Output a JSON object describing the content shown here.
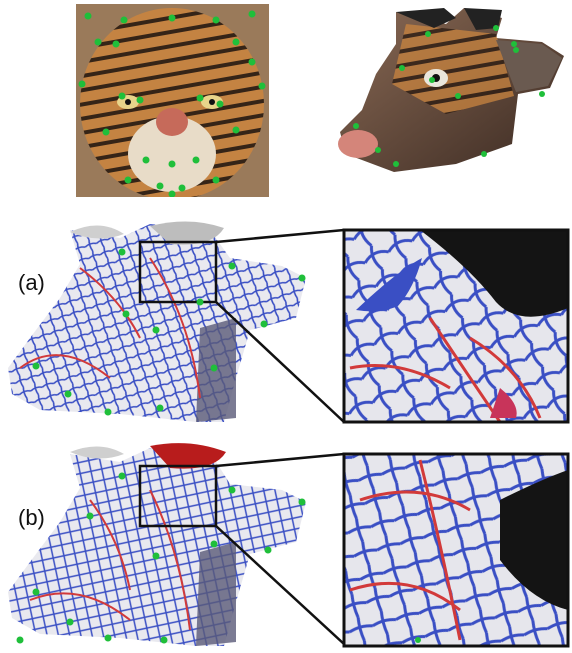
{
  "figure": {
    "labels": {
      "a": "(a)",
      "b": "(b)"
    },
    "colors": {
      "grid_blue": "#3a4fc4",
      "grid_red": "#d23a3a",
      "mesh_white": "#e9e9ef",
      "landmark_green": "#1fbf3a",
      "horn_grey": "#cfcfcf",
      "horn_red": "#b81c1c",
      "tiger_orange": "#c27a3a",
      "zoom_frame": "#111111"
    },
    "panels": [
      {
        "id": "tiger-photo",
        "kind": "photo-with-landmarks"
      },
      {
        "id": "textured-cow",
        "kind": "textured-3d-model"
      },
      {
        "id": "row-a",
        "label_key": "a",
        "kind": "quad-mesh-with-zoom"
      },
      {
        "id": "row-b",
        "label_key": "b",
        "kind": "quad-mesh-with-zoom"
      }
    ]
  }
}
